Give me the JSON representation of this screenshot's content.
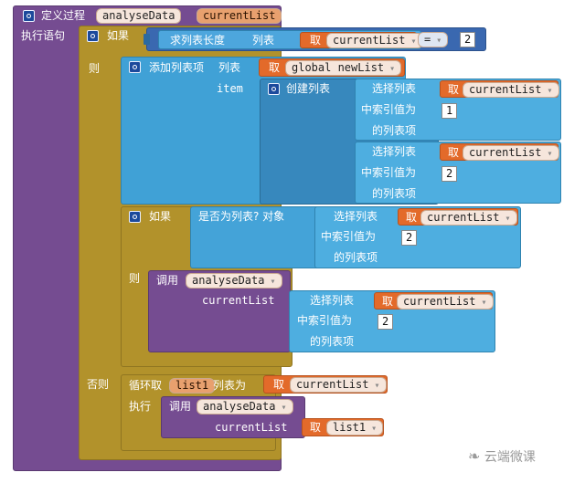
{
  "procedure": {
    "define_label": "定义过程",
    "name": "analyseData",
    "param": "currentList",
    "do_label": "执行语句"
  },
  "if_outer": {
    "if_label": "如果",
    "length_label": "求列表长度",
    "list_label": "列表",
    "get_label": "取",
    "var": "currentList",
    "op": "=",
    "value": "2",
    "then_label": "则",
    "else_label": "否则"
  },
  "add_item": {
    "label": "添加列表项",
    "list_label": "列表",
    "get_label": "取",
    "var": "global newList",
    "item_label": "item"
  },
  "make_list": {
    "label": "创建列表",
    "sel1": {
      "line1": "选择列表",
      "get": "取",
      "var": "currentList",
      "line2": "中索引值为",
      "index": "1",
      "line3": "的列表项"
    },
    "sel2": {
      "line1": "选择列表",
      "get": "取",
      "var": "currentList",
      "line2": "中索引值为",
      "index": "2",
      "line3": "的列表项"
    }
  },
  "if_inner": {
    "if_label": "如果",
    "is_list_label": "是否为列表? 对象",
    "sel": {
      "line1": "选择列表",
      "get": "取",
      "var": "currentList",
      "line2": "中索引值为",
      "index": "2",
      "line3": "的列表项"
    },
    "then_label": "则"
  },
  "call1": {
    "call_label": "调用",
    "name": "analyseData",
    "param_label": "currentList",
    "sel": {
      "line1": "选择列表",
      "get": "取",
      "var": "currentList",
      "line2": "中索引值为",
      "index": "2",
      "line3": "的列表项"
    }
  },
  "foreach": {
    "label": "循环取",
    "var": "list1",
    "list_label": "列表为",
    "get_label": "取",
    "list_var": "currentList",
    "do_label": "执行"
  },
  "call2": {
    "call_label": "调用",
    "name": "analyseData",
    "param_label": "currentList",
    "get_label": "取",
    "var": "list1"
  },
  "watermark": "云端微课",
  "colors": {
    "procedure": "#754c91",
    "control": "#b2922b",
    "list": "#40a1d6",
    "math": "#3a68b0",
    "variable": "#e36a2a"
  }
}
